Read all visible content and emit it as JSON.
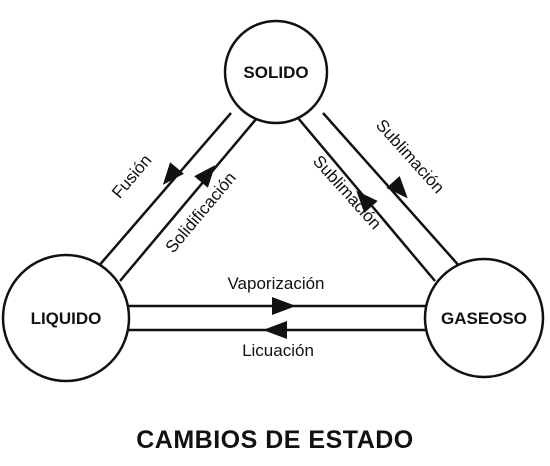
{
  "diagram": {
    "nodes": {
      "solid": "SOLIDO",
      "liquid": "LIQUIDO",
      "gas": "GASEOSO"
    },
    "transitions": {
      "fusion": "Fusión",
      "solidification": "Solidificación",
      "sublimation_down": "Sublimación",
      "sublimation_up": "Sublimación",
      "vaporization": "Vaporización",
      "liquefaction": "Licuación"
    },
    "title": "CAMBIOS DE ESTADO"
  }
}
